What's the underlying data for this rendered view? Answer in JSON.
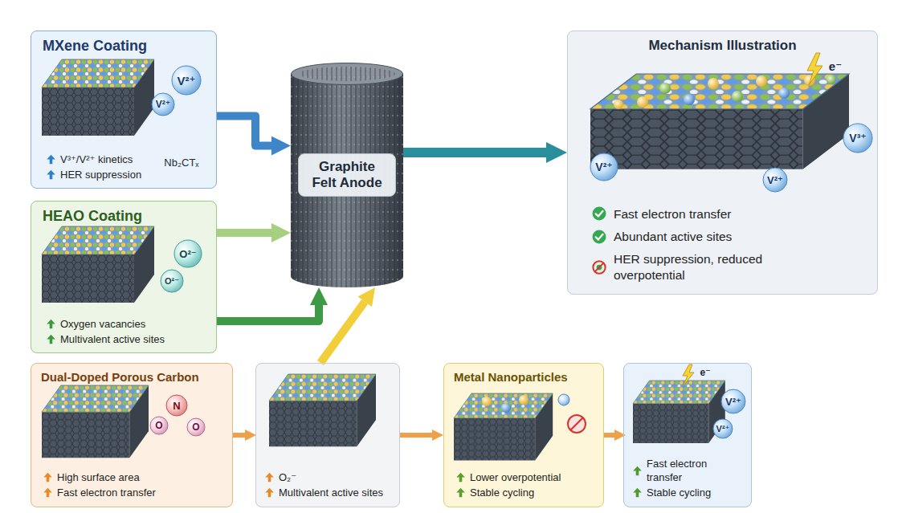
{
  "diagram": {
    "nodes": [
      {
        "text": [
          "MXene Coating",
          "V³⁺/V²⁺ kinetics",
          "HER suppression"
        ]
      },
      {
        "text": [
          "HEAO Coating",
          "Oxygen vacancies",
          "Multivalent active sites"
        ]
      },
      {
        "text": [
          "Graphite Felt Anode"
        ]
      },
      {
        "text": [
          "Mechanism Illustration",
          "Fast electron transfer",
          "Abundant active sites",
          "HER suppression, reduced overpotential"
        ]
      },
      {
        "text": [
          "Dual-Doped Porous Carbon",
          "High surface area",
          "Fast electron transfer"
        ]
      },
      {
        "text": [
          "O₂⁻",
          "Multivalent active sites"
        ]
      },
      {
        "text": [
          "Metal Nanoparticles",
          "Lower overpotential",
          "Stable cycling"
        ]
      },
      {
        "text": [
          "Fast electron transfer",
          "Stable cycling"
        ]
      }
    ],
    "edges": [
      {
        "from": 0,
        "to": 2,
        "arrow": "to"
      },
      {
        "from": 1,
        "to": 2,
        "arrow": "to"
      },
      {
        "from": 1,
        "to": 2,
        "arrow": "to"
      },
      {
        "from": 2,
        "to": 3,
        "arrow": "to"
      },
      {
        "from": 4,
        "to": 5,
        "arrow": "to"
      },
      {
        "from": 5,
        "to": 2,
        "arrow": "to"
      },
      {
        "from": 5,
        "to": 6,
        "arrow": "to"
      },
      {
        "from": 6,
        "to": 7,
        "arrow": "to"
      }
    ],
    "labels": [
      "V²⁺",
      "V²⁺",
      "Nb₂CTₓ",
      "O²⁻",
      "O²⁻",
      "N",
      "O",
      "O",
      "e⁻",
      "V²⁺",
      "V²⁺",
      "V³⁺",
      "e⁻",
      "V²⁺",
      "V²⁺"
    ]
  }
}
